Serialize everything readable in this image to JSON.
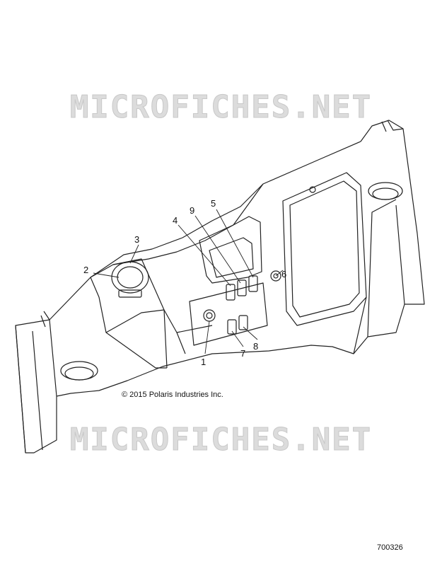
{
  "watermark": {
    "text_top": "MICROFICHES.NET",
    "text_bottom": "MICROFICHES.NET"
  },
  "callouts": [
    "1",
    "2",
    "3",
    "4",
    "5",
    "6",
    "7",
    "8",
    "9"
  ],
  "copyright": "© 2015 Polaris Industries Inc.",
  "figure_id": "700326",
  "colors": {
    "line": "#222222",
    "watermark": "#d0d0d0",
    "background": "#ffffff"
  }
}
